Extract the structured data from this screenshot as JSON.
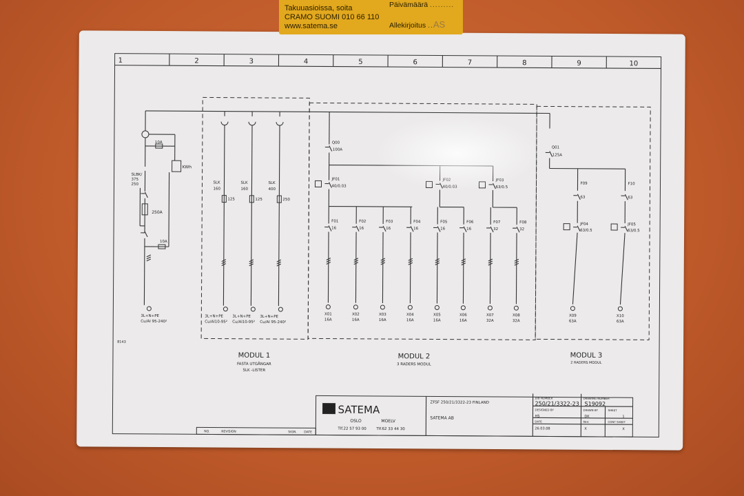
{
  "sticker": {
    "line1": "Takuuasioissa, soita",
    "line2": "CRAMO SUOMI 010 66 110",
    "line3": "www.satema.se",
    "date_label": "Päivämäärä",
    "sign_label": "Allekirjoitus",
    "signature": "AS"
  },
  "columns": [
    "1",
    "2",
    "3",
    "4",
    "5",
    "6",
    "7",
    "8",
    "9",
    "10"
  ],
  "incoming": {
    "switch": "SLBK/ 375 250",
    "fuse": "250A",
    "meter_fuse_top": "10A",
    "meter_fuse_bottom": "10A",
    "meter": "KWh",
    "cable1": "3L+N+PE",
    "cable2": "Cu/Al 95-240²"
  },
  "modul1": {
    "title": "MODUL 1",
    "sub1": "FASTA UTGÅNGAR",
    "sub2": "SLK -LISTER",
    "outputs": [
      {
        "type": "SLK",
        "size": "160",
        "rating": "125",
        "cable1": "3L+N+PE",
        "cable2": "Cu/Al10-95²"
      },
      {
        "type": "SLK",
        "size": "160",
        "rating": "125",
        "cable1": "3L+N+PE",
        "cable2": "Cu/Al10-95²"
      },
      {
        "type": "SLK",
        "size": "400",
        "rating": "250",
        "cable1": "3L+N+PE",
        "cable2": "Cu/Al 95-240²"
      }
    ]
  },
  "modul2": {
    "title": "MODUL 2",
    "sub": "3 RADERS MODUL",
    "main": {
      "id": "Q00",
      "rating": "100A"
    },
    "rcds": [
      {
        "id": "JF01",
        "rating": "40/0.03"
      },
      {
        "id": "JF02",
        "rating": "40/0.03"
      },
      {
        "id": "JF03",
        "rating": "63/0.5"
      }
    ],
    "breakers": [
      {
        "id": "F01",
        "rating": "16",
        "out": "X01",
        "amp": "16A"
      },
      {
        "id": "F02",
        "rating": "16",
        "out": "X02",
        "amp": "16A"
      },
      {
        "id": "F03",
        "rating": "16",
        "out": "X03",
        "amp": "16A"
      },
      {
        "id": "F04",
        "rating": "16",
        "out": "X04",
        "amp": "16A"
      },
      {
        "id": "F05",
        "rating": "16",
        "out": "X05",
        "amp": "16A"
      },
      {
        "id": "F06",
        "rating": "16",
        "out": "X06",
        "amp": "16A"
      },
      {
        "id": "F07",
        "rating": "32",
        "out": "X07",
        "amp": "32A"
      },
      {
        "id": "F08",
        "rating": "32",
        "out": "X08",
        "amp": "32A"
      }
    ]
  },
  "modul3": {
    "title": "MODUL 3",
    "sub": "2 RADERS MODUL",
    "main": {
      "id": "Q01",
      "rating": "125A"
    },
    "branches": [
      {
        "id": "F09",
        "rating": "63",
        "rcd": "JF04",
        "rcd_rating": "63/0.5",
        "out": "X09",
        "amp": "63A"
      },
      {
        "id": "F10",
        "rating": "63",
        "rcd": "JF05",
        "rcd_rating": "63/0.5",
        "out": "X10",
        "amp": "63A"
      }
    ]
  },
  "titleblock": {
    "brand": "SATEMA",
    "city1": "OSLO",
    "tel1": "Tlf.22 57 93 00",
    "city2": "MOELV",
    "tel2": "Tlf.62 33 44 30",
    "project": "ZFSF 250/21/3322-23 FINLAND",
    "company": "SATEMA AB",
    "job_label": "JOB NUMBER",
    "job": "250/21/3322-23",
    "drawing_label": "DRAWING NUMBER",
    "drawing": "S19092",
    "designed_label": "DESIGNED BY",
    "designed": "HS",
    "drawn_label": "DRAWN BY",
    "drawn": "DK",
    "sheet_label": "SHEET",
    "sheet": "1",
    "date_label": "DATE",
    "date": "26.03.08",
    "rev_label": "REV.",
    "rev": "X",
    "cont_label": "CONT SHEET",
    "cont": "X"
  },
  "revision": {
    "no": "NO.",
    "revision": "REVISION",
    "sign": "SIGN.",
    "date": "DATE"
  },
  "side_text": "8143"
}
